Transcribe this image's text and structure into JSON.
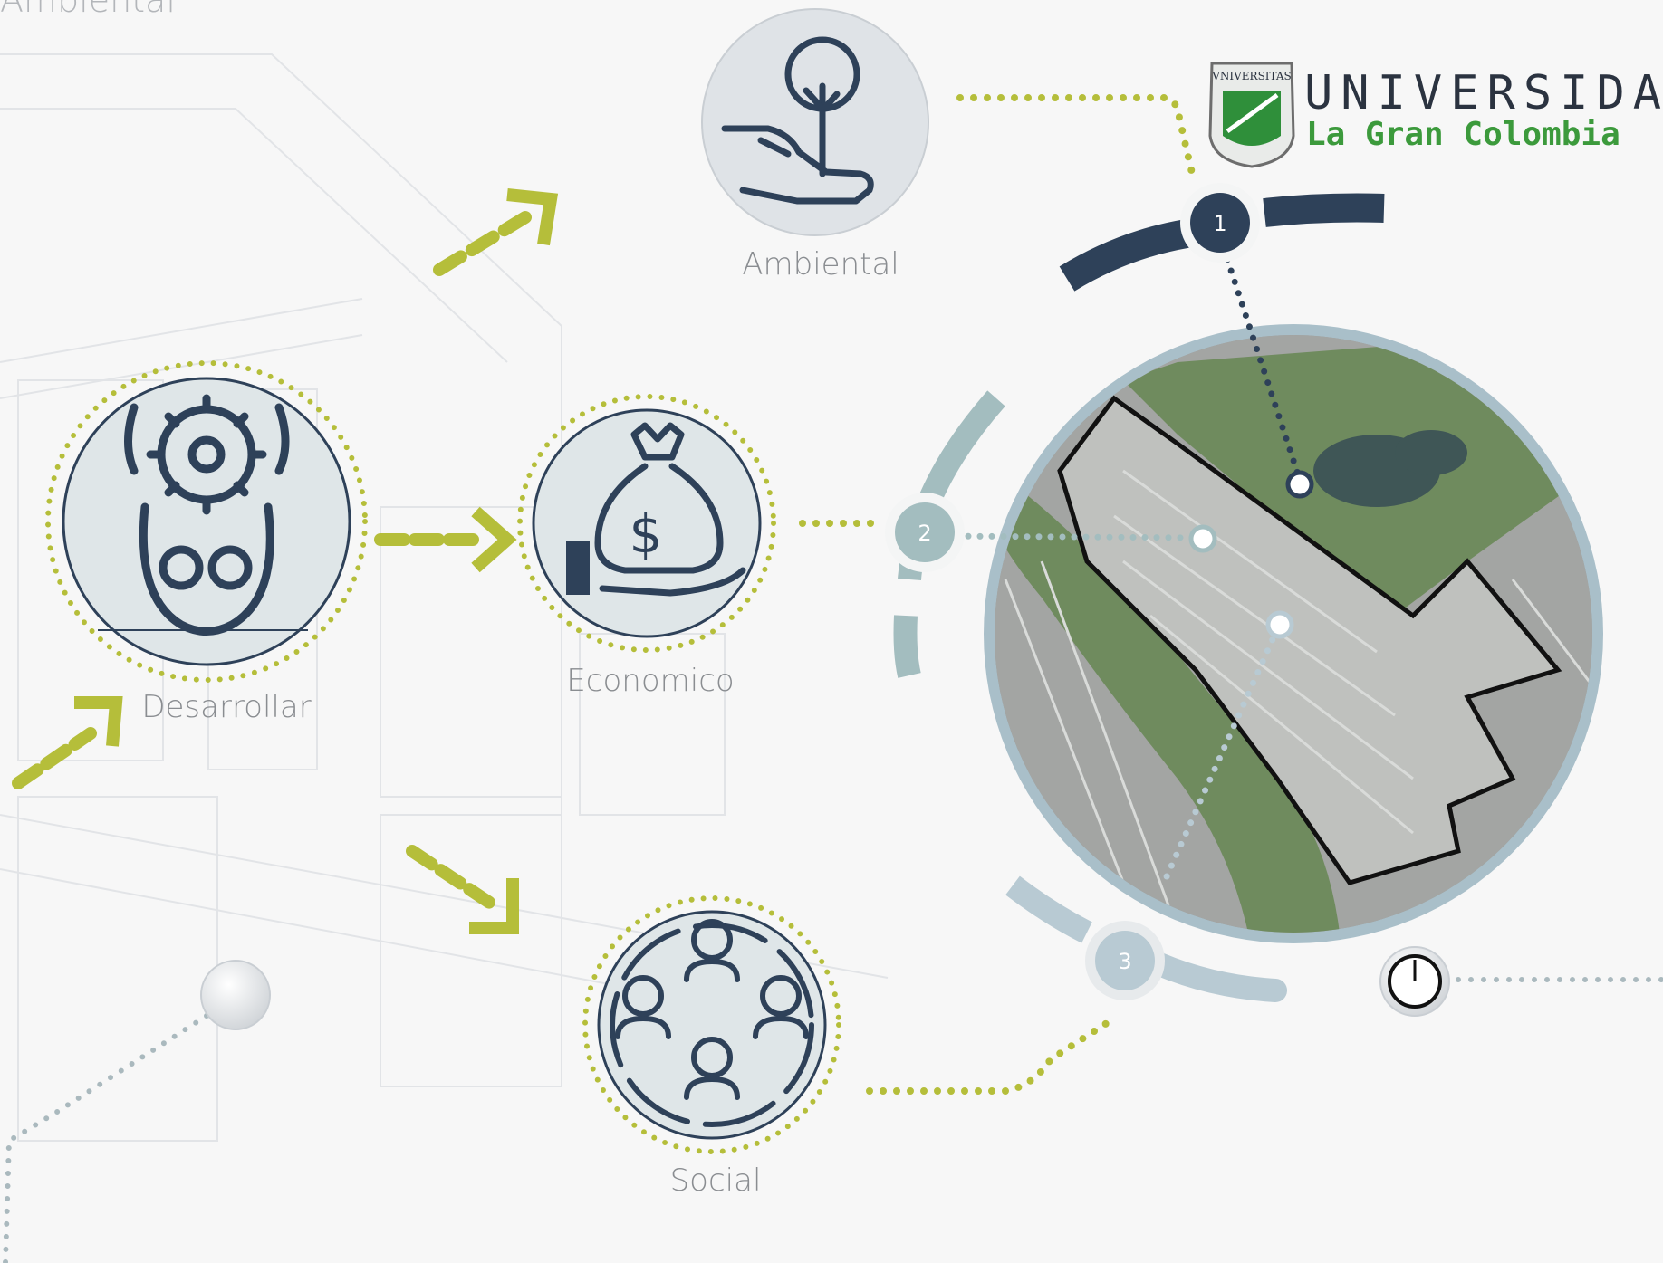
{
  "header": {
    "clipped_title": "Ambiental"
  },
  "logo": {
    "line1": "UNIVERSIDAD",
    "line2": "La Gran Colombia",
    "seal_text": "VNIVERSITAS"
  },
  "nodes": {
    "ambiental": {
      "label": "Ambiental",
      "icon": "tree-in-hand-icon"
    },
    "desarrollar": {
      "label": "Desarrollar",
      "icon": "head-gear-icon"
    },
    "economico": {
      "label": "Economico",
      "icon": "money-bag-hand-icon"
    },
    "social": {
      "label": "Social",
      "icon": "people-group-icon"
    }
  },
  "markers": {
    "m1": "1",
    "m2": "2",
    "m3": "3"
  },
  "colors": {
    "navy": "#2e4159",
    "olive": "#b5be3a",
    "gray_blue": "#a9bfc4",
    "light_blue": "#b8cad3",
    "map_green": "#6d8b5b"
  }
}
